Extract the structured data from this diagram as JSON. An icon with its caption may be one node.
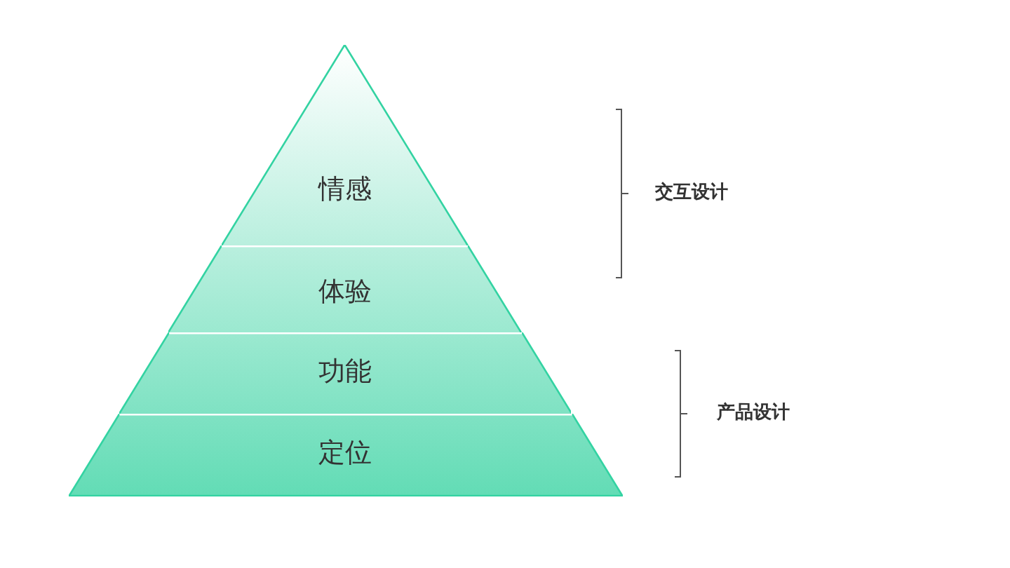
{
  "diagram": {
    "nodes": [
      {
        "text": [
          "情感"
        ]
      },
      {
        "text": [
          "体验"
        ]
      },
      {
        "text": [
          "功能"
        ]
      },
      {
        "text": [
          "定位"
        ]
      }
    ],
    "labels": [
      "交互设计",
      "产品设计"
    ]
  }
}
